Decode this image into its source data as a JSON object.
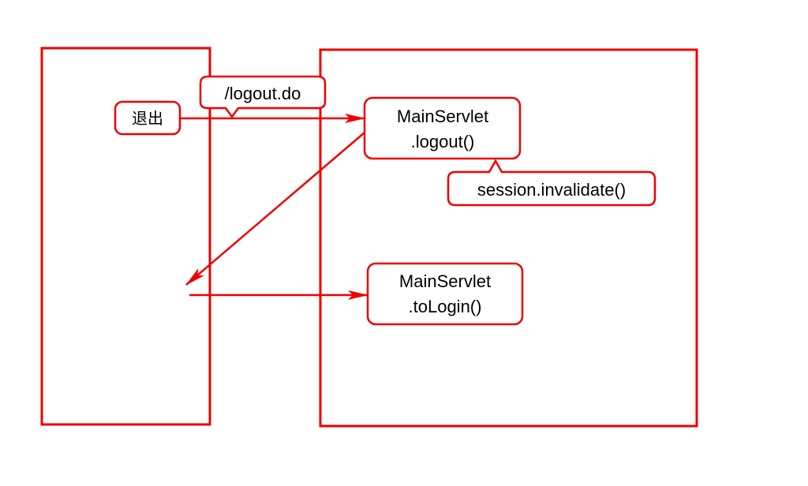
{
  "colors": {
    "stroke": "#ee0000",
    "text": "#000000",
    "background": "#ffffff"
  },
  "nodes": {
    "exit_button": {
      "label": "退出"
    },
    "logout_url": {
      "label": "/logout.do"
    },
    "logout_method": {
      "line1": "MainServlet",
      "line2": ".logout()"
    },
    "session_invalidate": {
      "label": "session.invalidate()"
    },
    "to_login_method": {
      "line1": "MainServlet",
      "line2": ".toLogin()"
    }
  }
}
